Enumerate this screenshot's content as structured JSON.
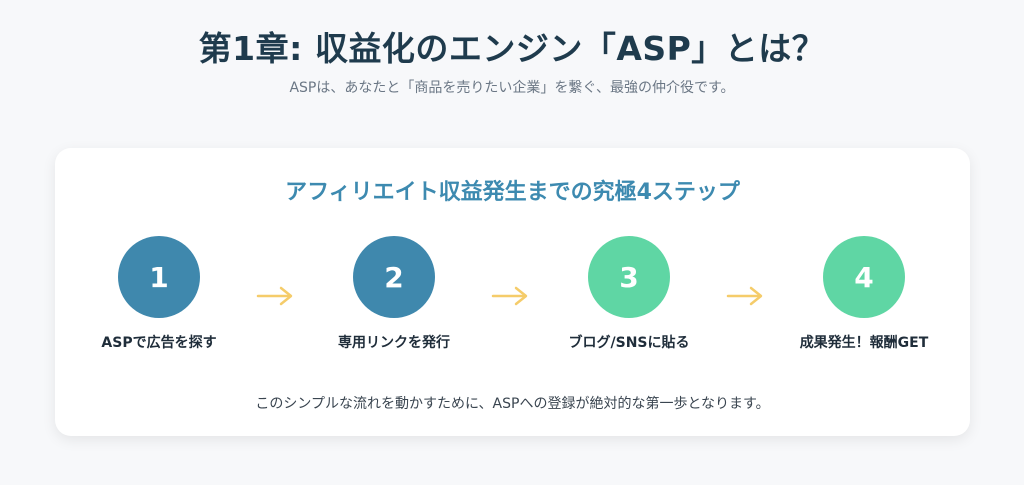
{
  "title": "第1章: 収益化のエンジン「ASP」とは？",
  "subtitle": "ASPは、あなたと「商品を売りたい企業」を繋ぐ、最強の仲介役です。",
  "card": {
    "title": "アフィリエイト収益発生までの究極4ステップ",
    "steps": [
      {
        "number": "1",
        "label": "ASPで広告を探す",
        "color": "#3f88ad"
      },
      {
        "number": "2",
        "label": "専用リンクを発行",
        "color": "#3f88ad"
      },
      {
        "number": "3",
        "label": "ブログ/SNSに貼る",
        "color": "#5fd6a4"
      },
      {
        "number": "4",
        "label": "成果発生！報酬GET",
        "color": "#5fd6a4"
      }
    ],
    "arrow_icon": "arrow-right-icon",
    "arrow_color": "#f5cc6a",
    "footer": "このシンプルな流れを動かすために、ASPへの登録が絶対的な第一歩となります。"
  }
}
